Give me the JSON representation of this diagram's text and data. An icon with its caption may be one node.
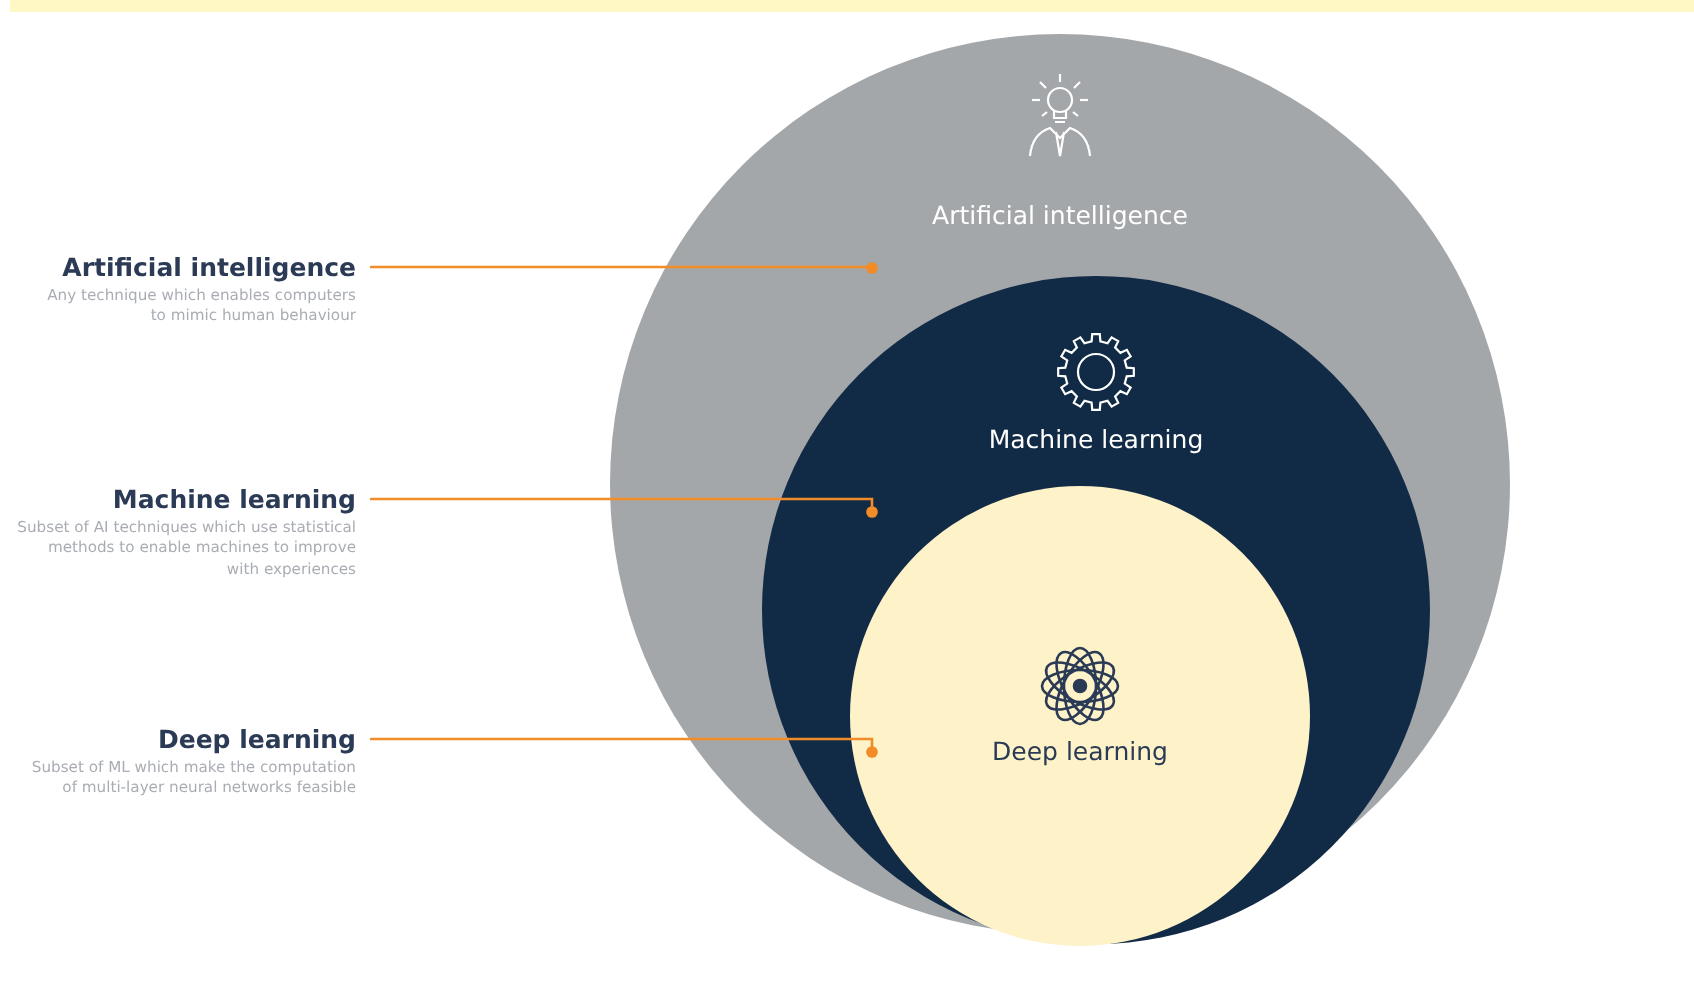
{
  "diagram": {
    "nodes": [
      {
        "text": [
          "Artificial intelligence"
        ]
      },
      {
        "text": [
          "Machine learning"
        ],
        "in": 0
      },
      {
        "text": [
          "Deep learning"
        ],
        "in": 1
      },
      {
        "text": [
          "Artificial intelligence",
          "Any technique which enables computers to mimic human behaviour"
        ]
      },
      {
        "text": [
          "Machine learning",
          "Subset of AI techniques which use statistical methods to enable machines to improve with experiences"
        ]
      },
      {
        "text": [
          "Deep learning",
          "Subset of ML which make the computation of multi-layer neural networks feasible"
        ]
      }
    ],
    "edges": [
      {
        "from": 3,
        "to": 0,
        "arrow": "other",
        "color": "#f28c28"
      },
      {
        "from": 4,
        "to": 1,
        "arrow": "other",
        "color": "#f28c28"
      },
      {
        "from": 5,
        "to": 2,
        "arrow": "other",
        "color": "#f28c28"
      }
    ]
  }
}
